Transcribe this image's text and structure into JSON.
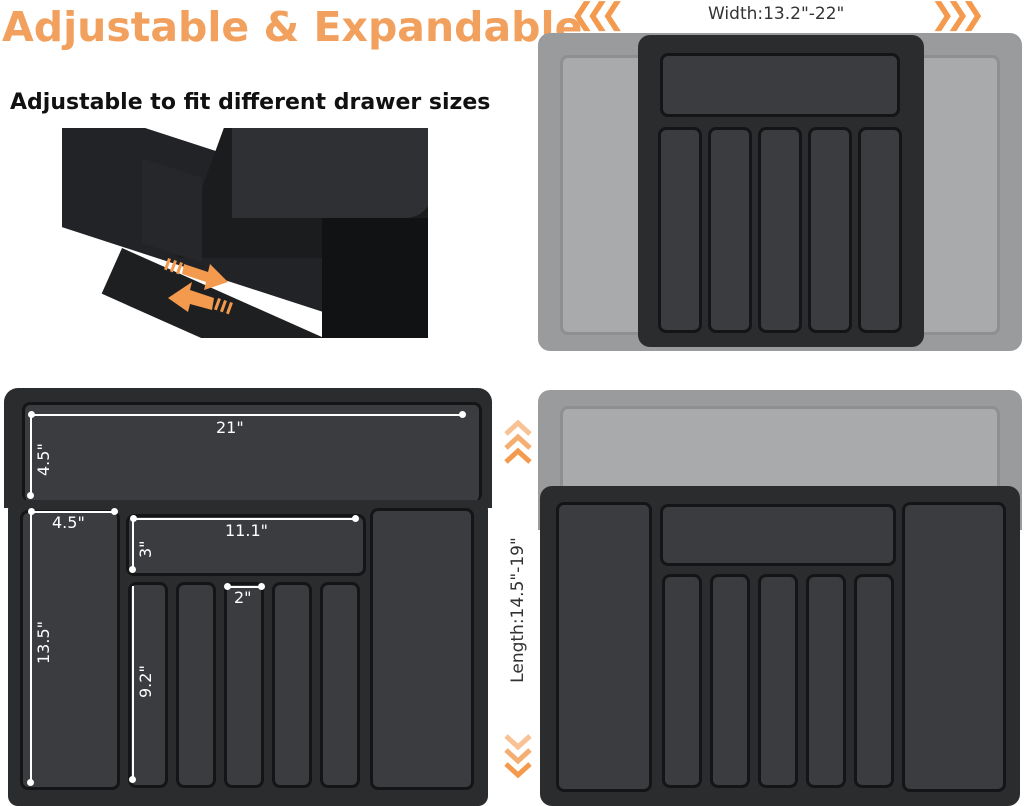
{
  "header": {
    "title": "Adjustable & Expandable",
    "subtitle": "Adjustable to fit different drawer sizes"
  },
  "width_panel": {
    "label": "Width:13.2\"-22\"",
    "left_arrow_icon": "chevrons-left-icon",
    "right_arrow_icon": "chevrons-right-icon",
    "left_chevrons": "❮❮❮",
    "right_chevrons": "❯❯❯"
  },
  "length_panel": {
    "label": "Length:14.5\"-19\"",
    "up_chevrons": "︿",
    "down_chevrons": "﹀"
  },
  "detail_panel": {
    "arrows_icon": "bidirectional-arrows-icon"
  },
  "dimensions": {
    "top_width": "21\"",
    "top_depth": "4.5\"",
    "side_width": "4.5\"",
    "side_length": "13.5\"",
    "center_width": "11.1\"",
    "center_depth": "3\"",
    "slot_width": "2\"",
    "slot_length": "9.2\""
  },
  "colors": {
    "accent": "#f2a05e",
    "tray_dark": "#2b2c2e",
    "tray_light": "#9a9b9d"
  }
}
